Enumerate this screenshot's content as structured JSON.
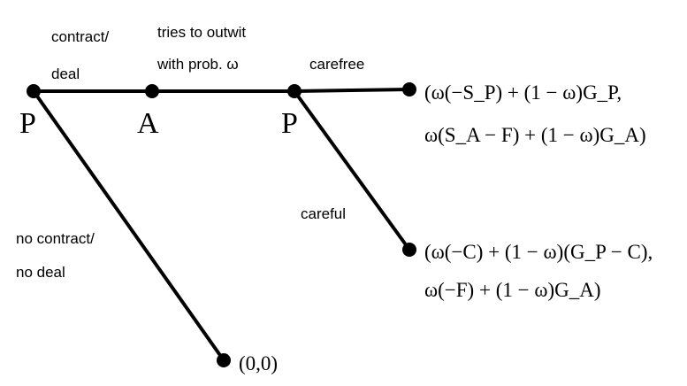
{
  "nodes": {
    "root": "P",
    "agent": "A",
    "principal2": "P"
  },
  "edges": {
    "contract_line1": "contract/",
    "contract_line2": "deal",
    "outwit_line1": "tries to outwit",
    "outwit_line2": "with prob. ω",
    "carefree": "carefree",
    "careful": "careful",
    "nocontract_line1": "no contract/",
    "nocontract_line2": "no deal"
  },
  "payoffs": {
    "carefree_line1": "(ω(−S_P) + (1 − ω)G_P,",
    "carefree_line2": "ω(S_A − F) + (1 − ω)G_A)",
    "careful_line1": "(ω(−C) + (1 − ω)(G_P − C),",
    "careful_line2": "ω(−F) + (1 − ω)G_A)",
    "nodeal": "(0,0)"
  }
}
